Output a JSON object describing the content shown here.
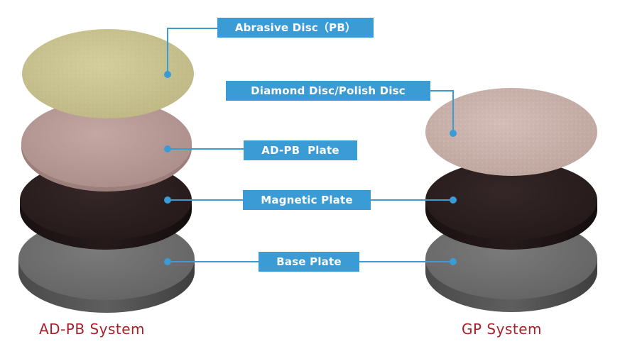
{
  "colors": {
    "callout": "#3a9bd5",
    "title": "#a8202a",
    "abrasive_disc": "#cbc591",
    "adpb_plate": "#b99b97",
    "magnetic_plate": "#2b1e1f",
    "base_plate": "#6e6e6e",
    "diamond_disc": "#c9b1aa"
  },
  "labels": {
    "abrasive_disc": "Abrasive Disc（PB）",
    "diamond_disc": "Diamond Disc/Polish Disc",
    "adpb_plate": "AD-PB  Plate",
    "magnetic_plate": "Magnetic Plate",
    "base_plate": "Base Plate"
  },
  "systems": {
    "left": "AD-PB System",
    "right": "GP System"
  }
}
